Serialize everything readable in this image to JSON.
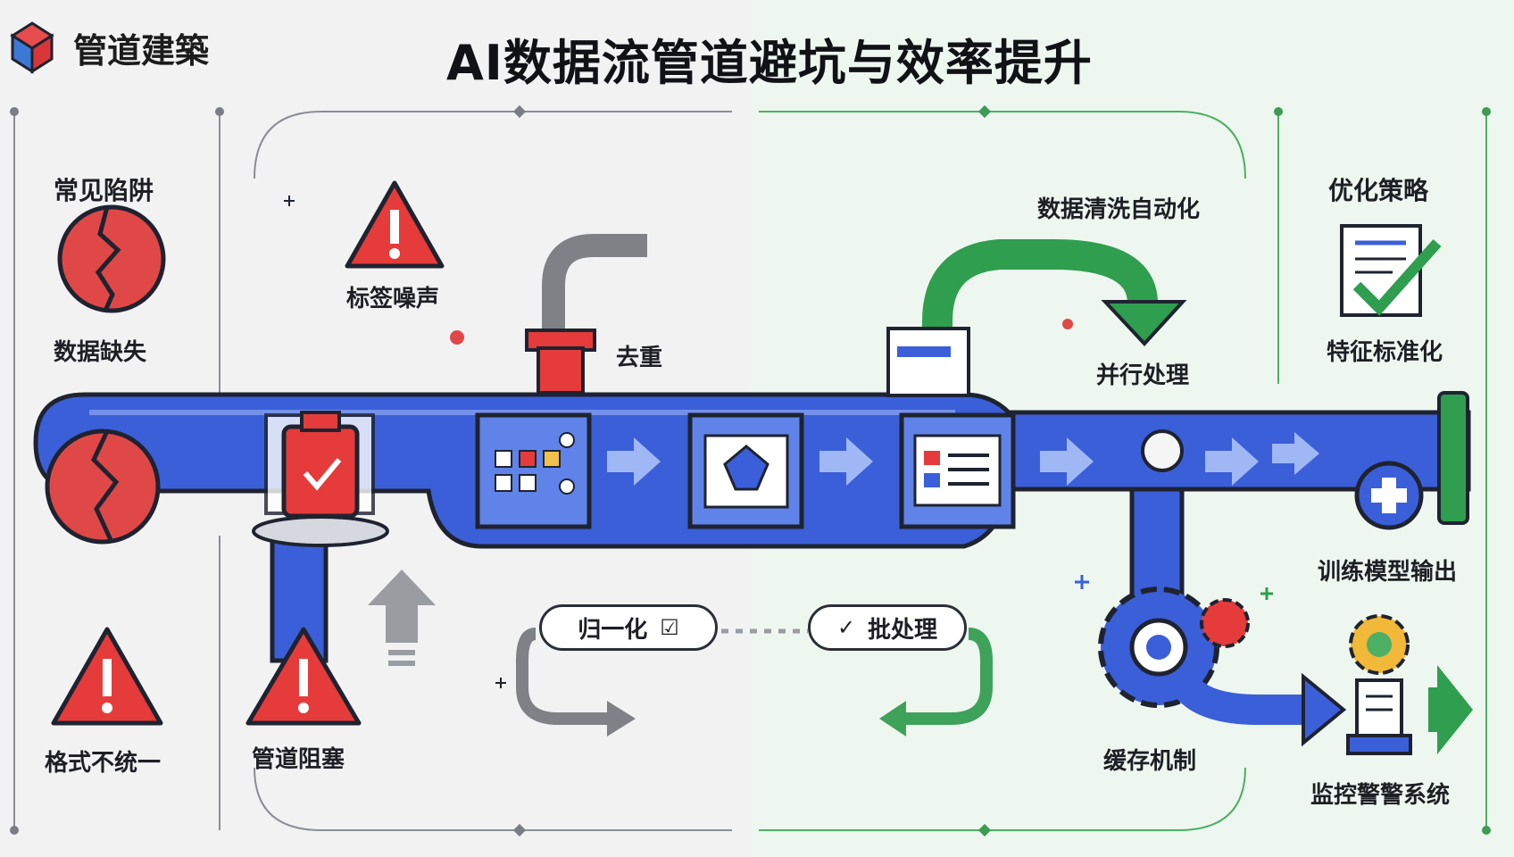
{
  "brand": {
    "name": "管道建築"
  },
  "title": "AI数据流管道避坑与效率提升",
  "left": {
    "section_title": "常见陷阱",
    "pitfalls": [
      "数据缺失",
      "标签噪声",
      "格式不统一",
      "管道阻塞"
    ]
  },
  "center": {
    "steps": [
      "去重",
      "归一化",
      "批处理"
    ]
  },
  "right": {
    "section_title": "优化策略",
    "strategies": [
      "数据清洗自动化",
      "并行处理",
      "特征标准化",
      "训练模型输出",
      "缓存机制",
      "监控警警系统"
    ]
  },
  "colors": {
    "pipe_blue": "#3b5fd9",
    "alert_red": "#e53b3b",
    "optimize_green": "#2f9e4f",
    "outline": "#1f2330"
  }
}
